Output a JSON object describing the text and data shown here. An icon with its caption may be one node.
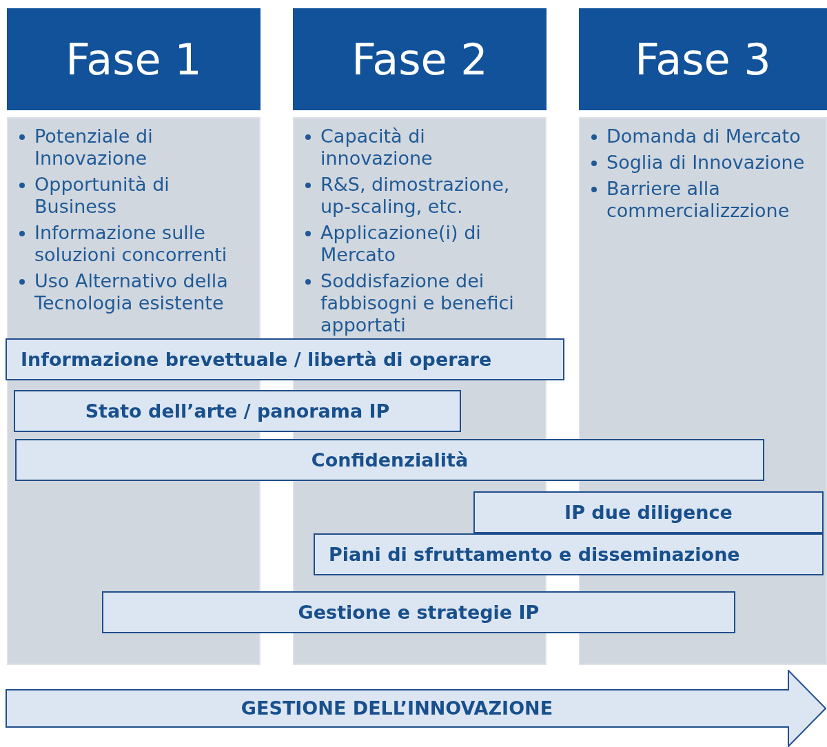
{
  "diagram": {
    "nodes": [
      {
        "text": [
          "Fase 1"
        ]
      },
      {
        "text": [
          "Potenziale di Innovazione",
          "Opportunità di Business",
          "Informazione sulle soluzioni concorrenti",
          "Uso Alternativo della Tecnologia esistente"
        ]
      },
      {
        "text": [
          "Fase 2"
        ]
      },
      {
        "text": [
          "Capacità di innovazione",
          "R&S, dimostrazione, up-scaling, etc.",
          "Applicazione(i) di Mercato",
          "Soddisfazione dei fabbisogni e benefici apportati"
        ]
      },
      {
        "text": [
          "Fase 3"
        ]
      },
      {
        "text": [
          "Domanda di Mercato",
          "Soglia di Innovazione",
          "Barriere alla commercializzzione"
        ]
      },
      {
        "text": [
          "Informazione brevettuale / libertà di operare"
        ]
      },
      {
        "text": [
          "Stato dell’arte / panorama IP"
        ]
      },
      {
        "text": [
          "Confidenzialità"
        ]
      },
      {
        "text": [
          "IP due diligence"
        ]
      },
      {
        "text": [
          "Piani di sfruttamento e disseminazione"
        ]
      },
      {
        "text": [
          "Gestione e strategie IP"
        ]
      },
      {
        "text": [
          "GESTIONE DELL’INNOVAZIONE"
        ]
      }
    ]
  }
}
